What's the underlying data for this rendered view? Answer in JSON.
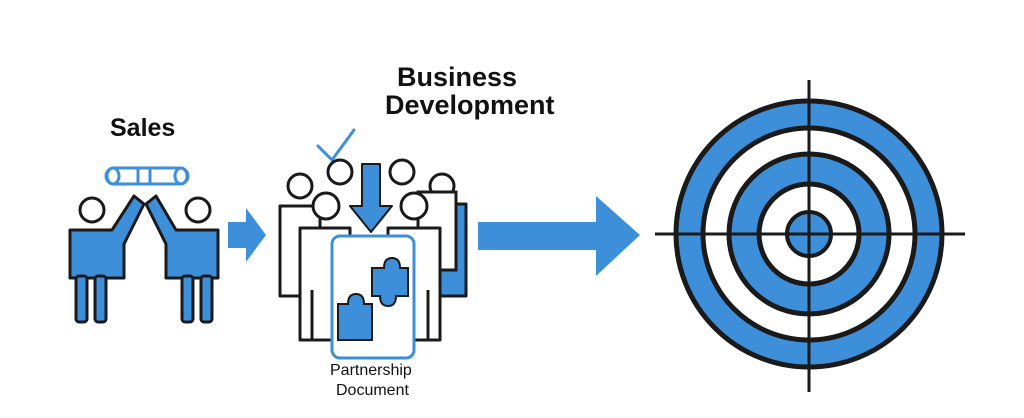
{
  "labels": {
    "sales": "Sales",
    "business_development_line1": "Business",
    "business_development_line2": "Development",
    "document_line1": "Partnership",
    "document_line2": "Document"
  },
  "colors": {
    "accent": "#3d8fd9",
    "outline": "#1a1a1a",
    "background": "#ffffff"
  },
  "icons": {
    "handshake": "document-roll-icon",
    "checkmark": "checkmark-icon",
    "puzzle": "puzzle-piece-icon",
    "target": "target-icon"
  }
}
